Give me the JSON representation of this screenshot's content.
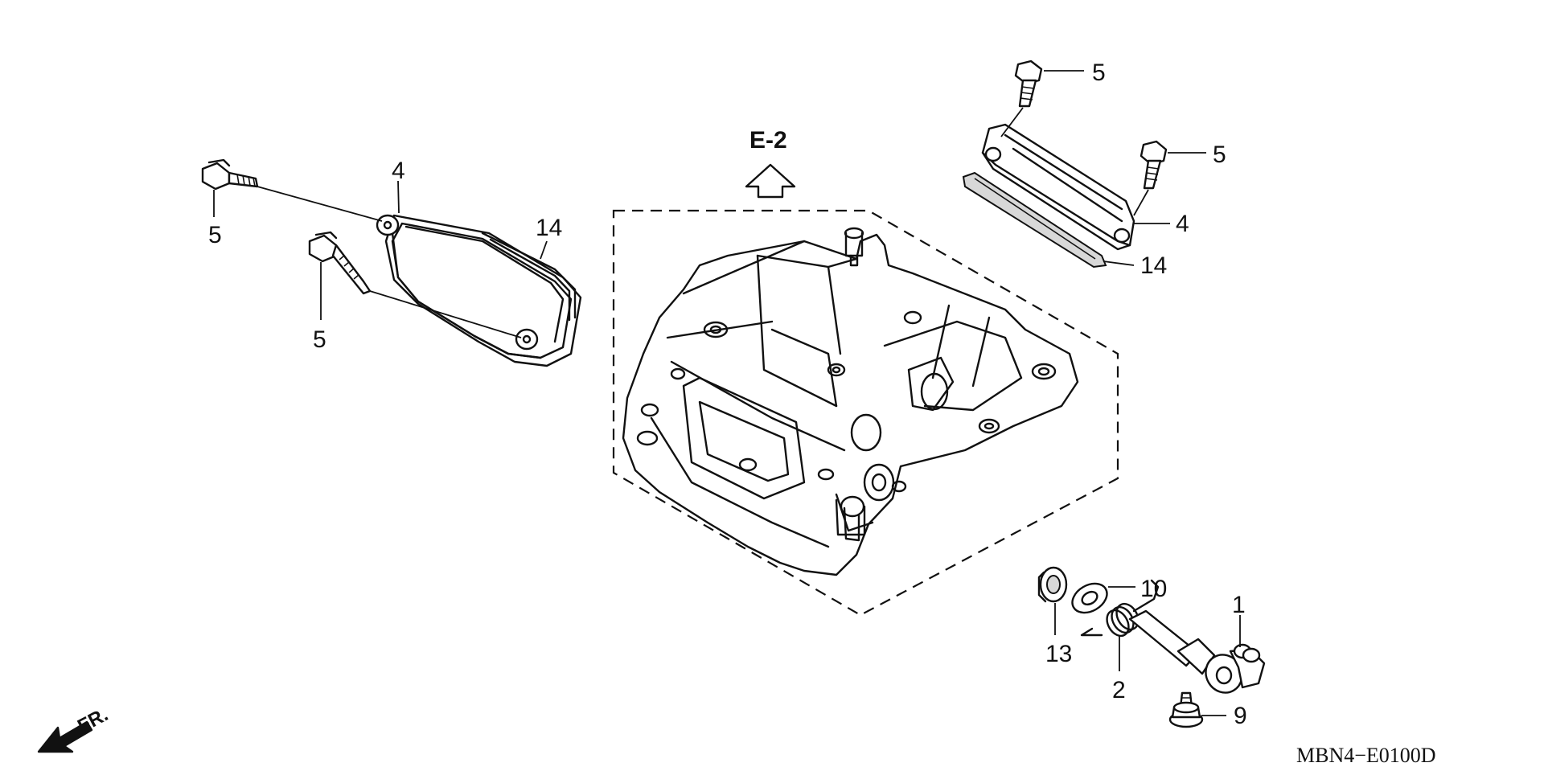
{
  "diagram": {
    "reference_label": "E-2",
    "diagram_code": "MBN4−E0100D",
    "front_label": "FR.",
    "callouts": {
      "c1": "1",
      "c2": "2",
      "c4_left": "4",
      "c4_right": "4",
      "c5_a": "5",
      "c5_b": "5",
      "c5_c": "5",
      "c5_d": "5",
      "c9": "9",
      "c10": "10",
      "c13": "13",
      "c14_left": "14",
      "c14_right": "14"
    },
    "icons": {
      "direction": "up-arrow-icon",
      "front": "front-arrow-icon"
    }
  }
}
